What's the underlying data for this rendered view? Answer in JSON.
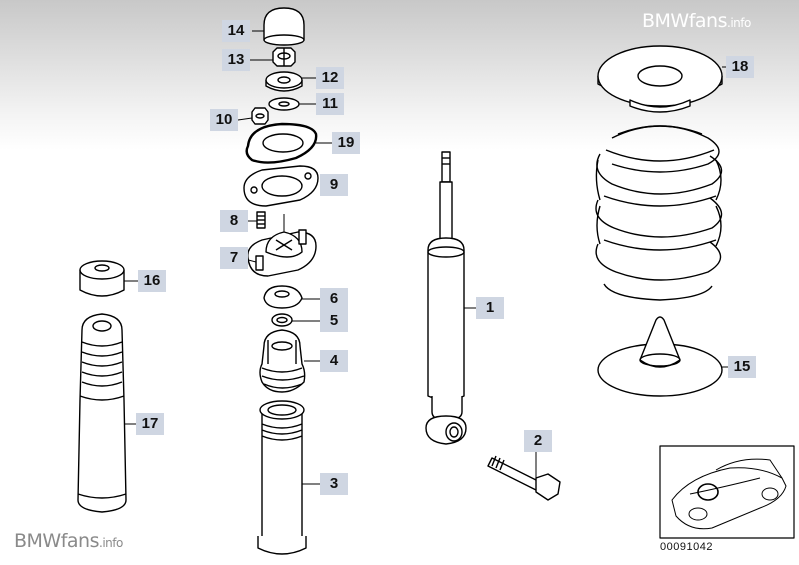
{
  "watermark": {
    "brand": "BMWfans",
    "suffix": ".info"
  },
  "reference_number": "00091042",
  "callouts": {
    "p1": "1",
    "p2": "2",
    "p3": "3",
    "p4": "4",
    "p5": "5",
    "p6": "6",
    "p7": "7",
    "p8": "8",
    "p9": "9",
    "p10": "10",
    "p11": "11",
    "p12": "12",
    "p13": "13",
    "p14": "14",
    "p15": "15",
    "p16": "16",
    "p17": "17",
    "p18": "18",
    "p19": "19"
  },
  "colors": {
    "line": "#000000",
    "callout_bg": "#cfd6e2",
    "part_fill": "#ffffff"
  }
}
